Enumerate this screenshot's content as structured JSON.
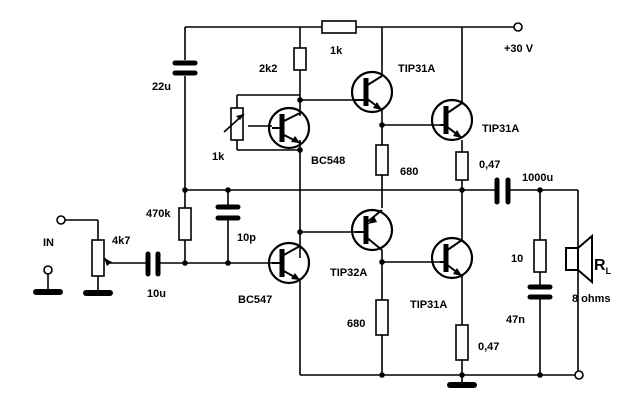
{
  "supply": {
    "voltage": "+30 V"
  },
  "input": {
    "label": "IN"
  },
  "load": {
    "label_main": "R",
    "label_sub": "L",
    "impedance": "8 ohms"
  },
  "resistors": {
    "r_top": "1k",
    "r_2k2": "2k2",
    "pot_1k": "1k",
    "r_680_upper": "680",
    "r_047_upper": "0,47",
    "r_470k": "470k",
    "pot_4k7": "4k7",
    "r_680_lower": "680",
    "r_047_lower": "0,47",
    "r_10": "10"
  },
  "capacitors": {
    "c_22u": "22u",
    "c_10p": "10p",
    "c_10u": "10u",
    "c_1000u": "1000u",
    "c_47n": "47n"
  },
  "transistors": {
    "q_bc548": "BC548",
    "q_tip31a_upper_driver": "TIP31A",
    "q_tip31a_upper_output": "TIP31A",
    "q_tip32a": "TIP32A",
    "q_bc547": "BC547",
    "q_tip31a_lower_output": "TIP31A"
  }
}
